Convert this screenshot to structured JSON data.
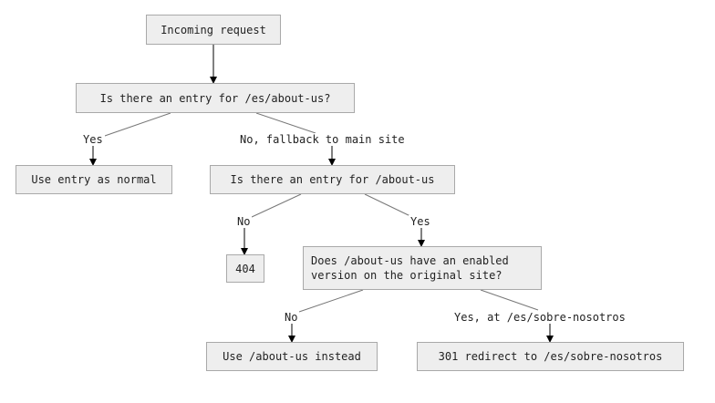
{
  "nodes": {
    "incoming": "Incoming request",
    "entry_es": "Is there an entry for /es/about-us?",
    "use_entry": "Use entry as normal",
    "entry_about": "Is there an entry for /about-us",
    "not_found": "404",
    "enabled_version": "Does /about-us have an enabled\nversion on the original site?",
    "use_about": "Use /about-us instead",
    "redirect": "301 redirect to /es/sobre-nosotros"
  },
  "labels": {
    "yes_1": "Yes",
    "fallback": "No, fallback to main site",
    "no_1": "No",
    "yes_2": "Yes",
    "no_2": "No",
    "yes_at": "Yes, at /es/sobre-nosotros"
  }
}
